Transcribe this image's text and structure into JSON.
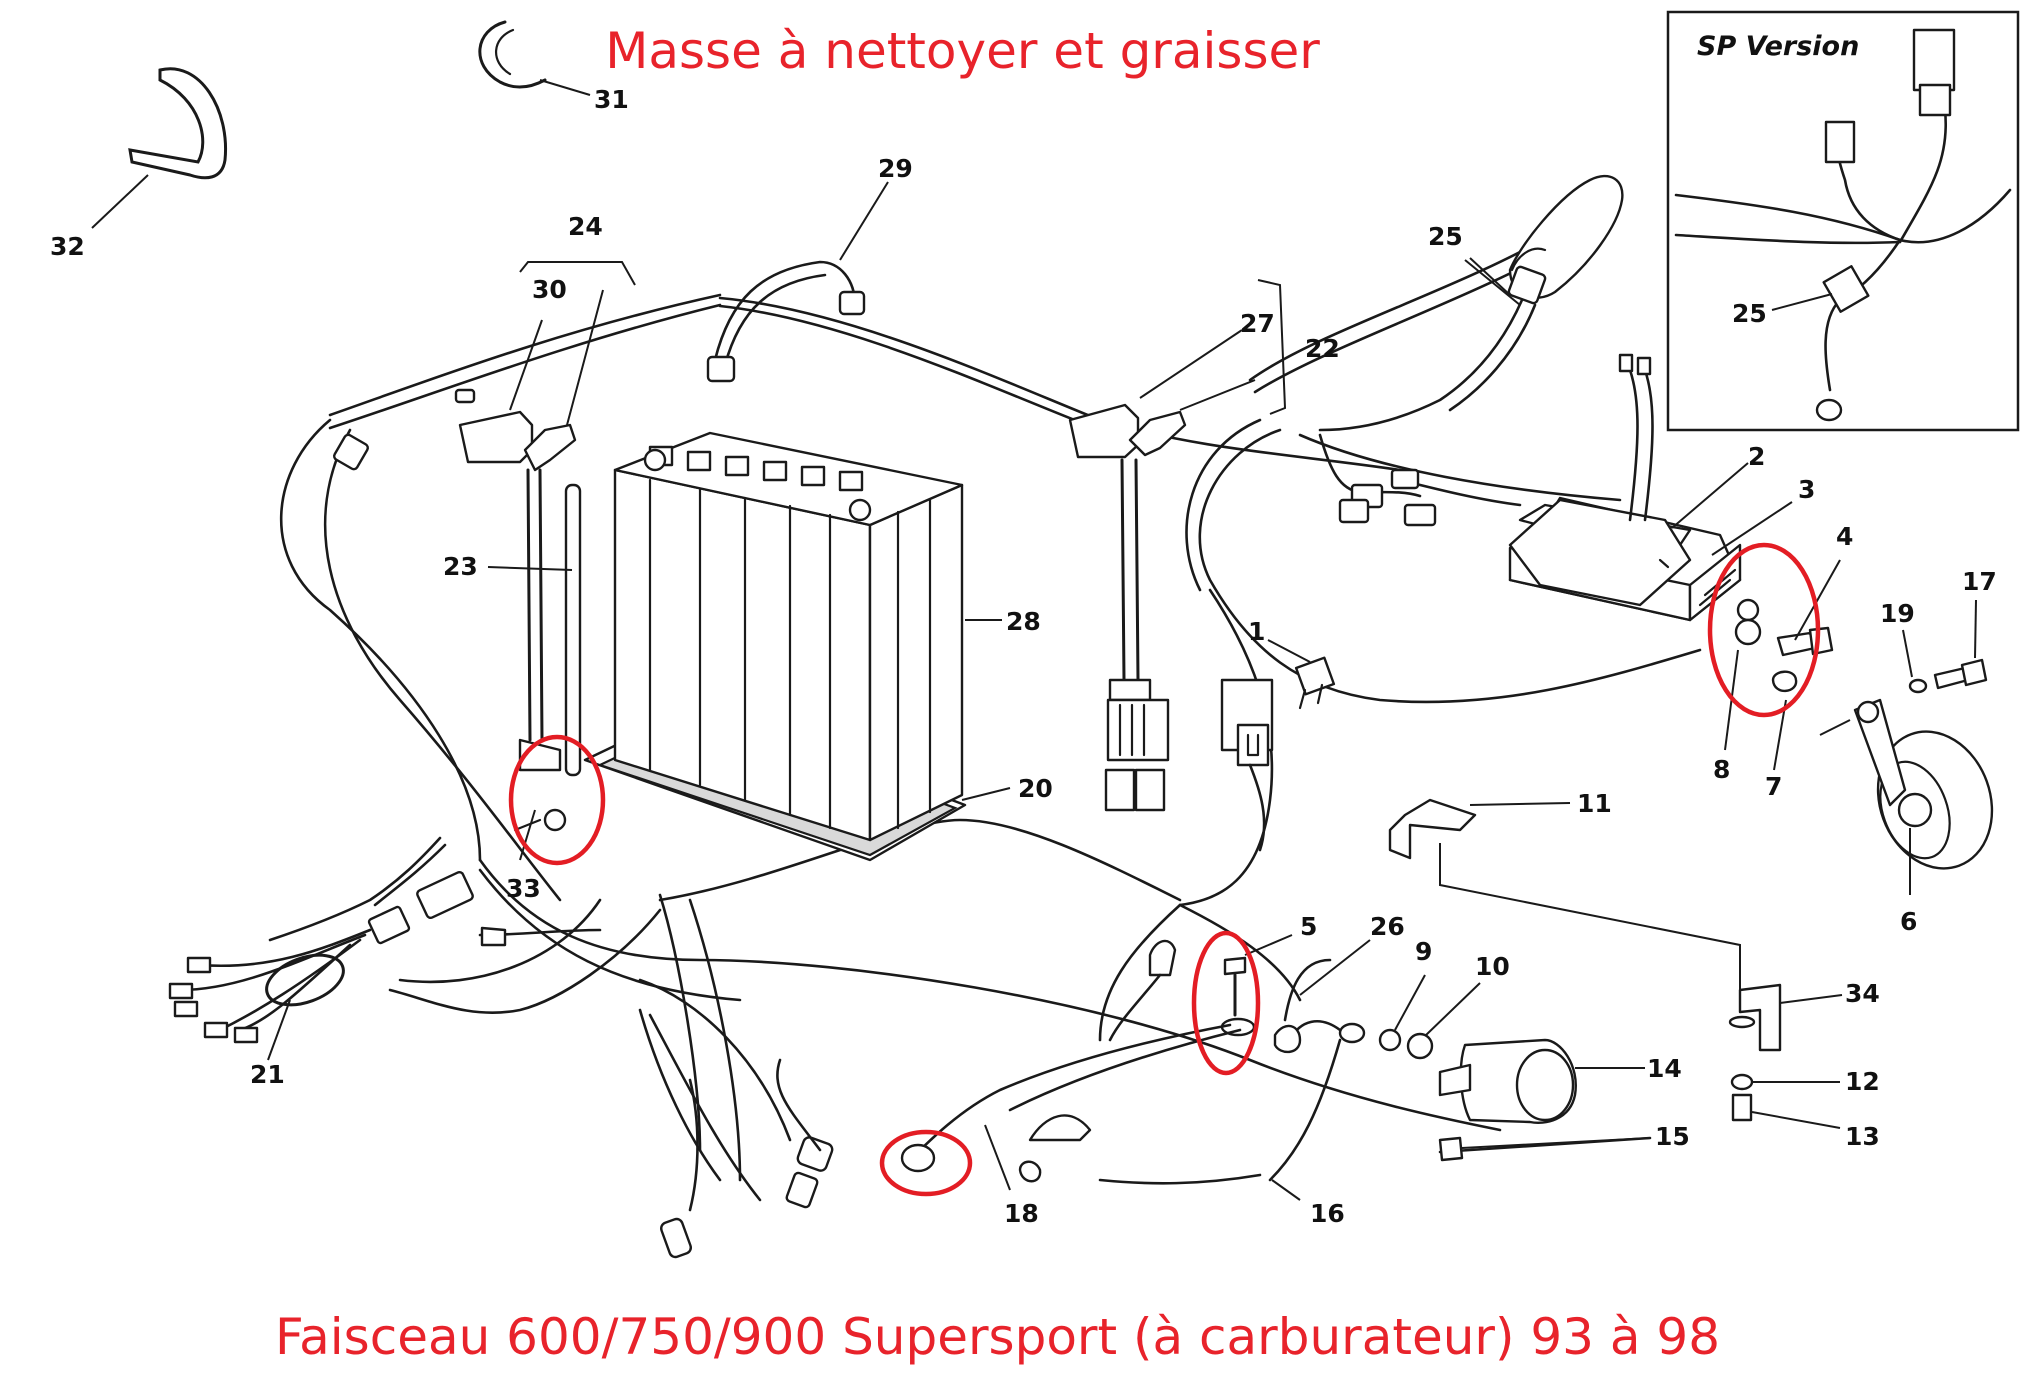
{
  "titles": {
    "top": "Masse à nettoyer et graisser",
    "bottom": "Faisceau 600/750/900 Supersport (à carburateur) 93 à 98"
  },
  "inset": {
    "label": "SP Version",
    "callout": "25"
  },
  "callouts": [
    "1",
    "2",
    "3",
    "4",
    "5",
    "6",
    "7",
    "8",
    "9",
    "10",
    "11",
    "12",
    "13",
    "14",
    "15",
    "16",
    "17",
    "18",
    "19",
    "20",
    "21",
    "22",
    "23",
    "24",
    "25",
    "26",
    "27",
    "28",
    "29",
    "30",
    "31",
    "32",
    "33",
    "34"
  ],
  "highlight_color": "#e31d24",
  "text_color": "#e8232b"
}
